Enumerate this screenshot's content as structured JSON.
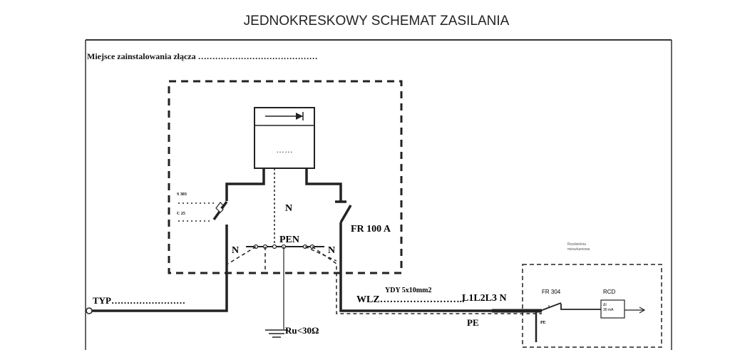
{
  "title": "JEDNOKRESKOWY SCHEMAT ZASILANIA",
  "installation_place": "Miejsce zainstalowania złącza ……………………………………",
  "meter_dots": "……",
  "s_label": "S 303",
  "c_label": "C 25",
  "n_center": "N",
  "pen": "PEN",
  "n_left": "N",
  "n_right": "N",
  "fr100": "FR 100 A",
  "typ": "TYP……………………",
  "cable_type": "YDY  5x10mm2",
  "wlz": "WLZ……………………..",
  "phases": "L1L2L3 N",
  "pe_main": "PE",
  "ground": "Ru<30Ω",
  "dist_board": [
    "Rozdzielnia",
    "mieszkaniowa"
  ],
  "fr304": "FR 304",
  "rcd": "RCD",
  "rcd_delta": "ΔI",
  "rcd_current": "30 mA",
  "pe_small": "PE"
}
